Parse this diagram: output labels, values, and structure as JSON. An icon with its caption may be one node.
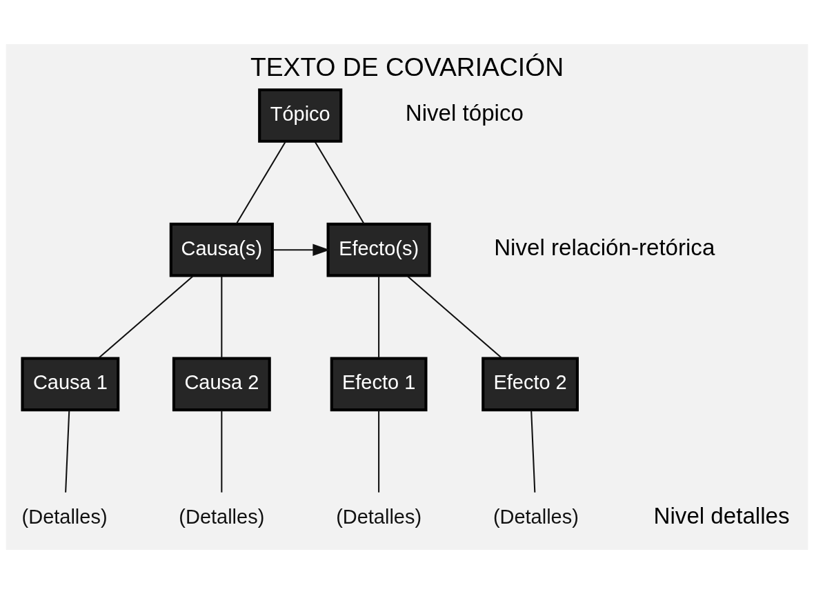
{
  "diagram": {
    "title": "TEXTO DE COVARIACIÓN",
    "nodes": [
      {
        "text": [
          "Tópico"
        ]
      },
      {
        "text": [
          "Causa(s)"
        ]
      },
      {
        "text": [
          "Efecto(s)"
        ]
      },
      {
        "text": [
          "Causa 1"
        ]
      },
      {
        "text": [
          "Causa 2"
        ]
      },
      {
        "text": [
          "Efecto 1"
        ]
      },
      {
        "text": [
          "Efecto 2"
        ]
      },
      {
        "text": [
          "(Detalles)"
        ]
      },
      {
        "text": [
          "(Detalles)"
        ]
      },
      {
        "text": [
          "(Detalles)"
        ]
      },
      {
        "text": [
          "(Detalles)"
        ]
      }
    ],
    "edges": [
      {
        "from": 0,
        "to": 1,
        "arrow": "none"
      },
      {
        "from": 0,
        "to": 2,
        "arrow": "none"
      },
      {
        "from": 1,
        "to": 2,
        "arrow": "to"
      },
      {
        "from": 1,
        "to": 3,
        "arrow": "none"
      },
      {
        "from": 1,
        "to": 4,
        "arrow": "none"
      },
      {
        "from": 2,
        "to": 5,
        "arrow": "none"
      },
      {
        "from": 2,
        "to": 6,
        "arrow": "none"
      },
      {
        "from": 3,
        "to": 7,
        "arrow": "none"
      },
      {
        "from": 4,
        "to": 8,
        "arrow": "none"
      },
      {
        "from": 5,
        "to": 9,
        "arrow": "none"
      },
      {
        "from": 6,
        "to": 10,
        "arrow": "none"
      }
    ],
    "labels": [
      "Nivel tópico",
      "Nivel relación-retórica",
      "Nivel detalles"
    ]
  }
}
